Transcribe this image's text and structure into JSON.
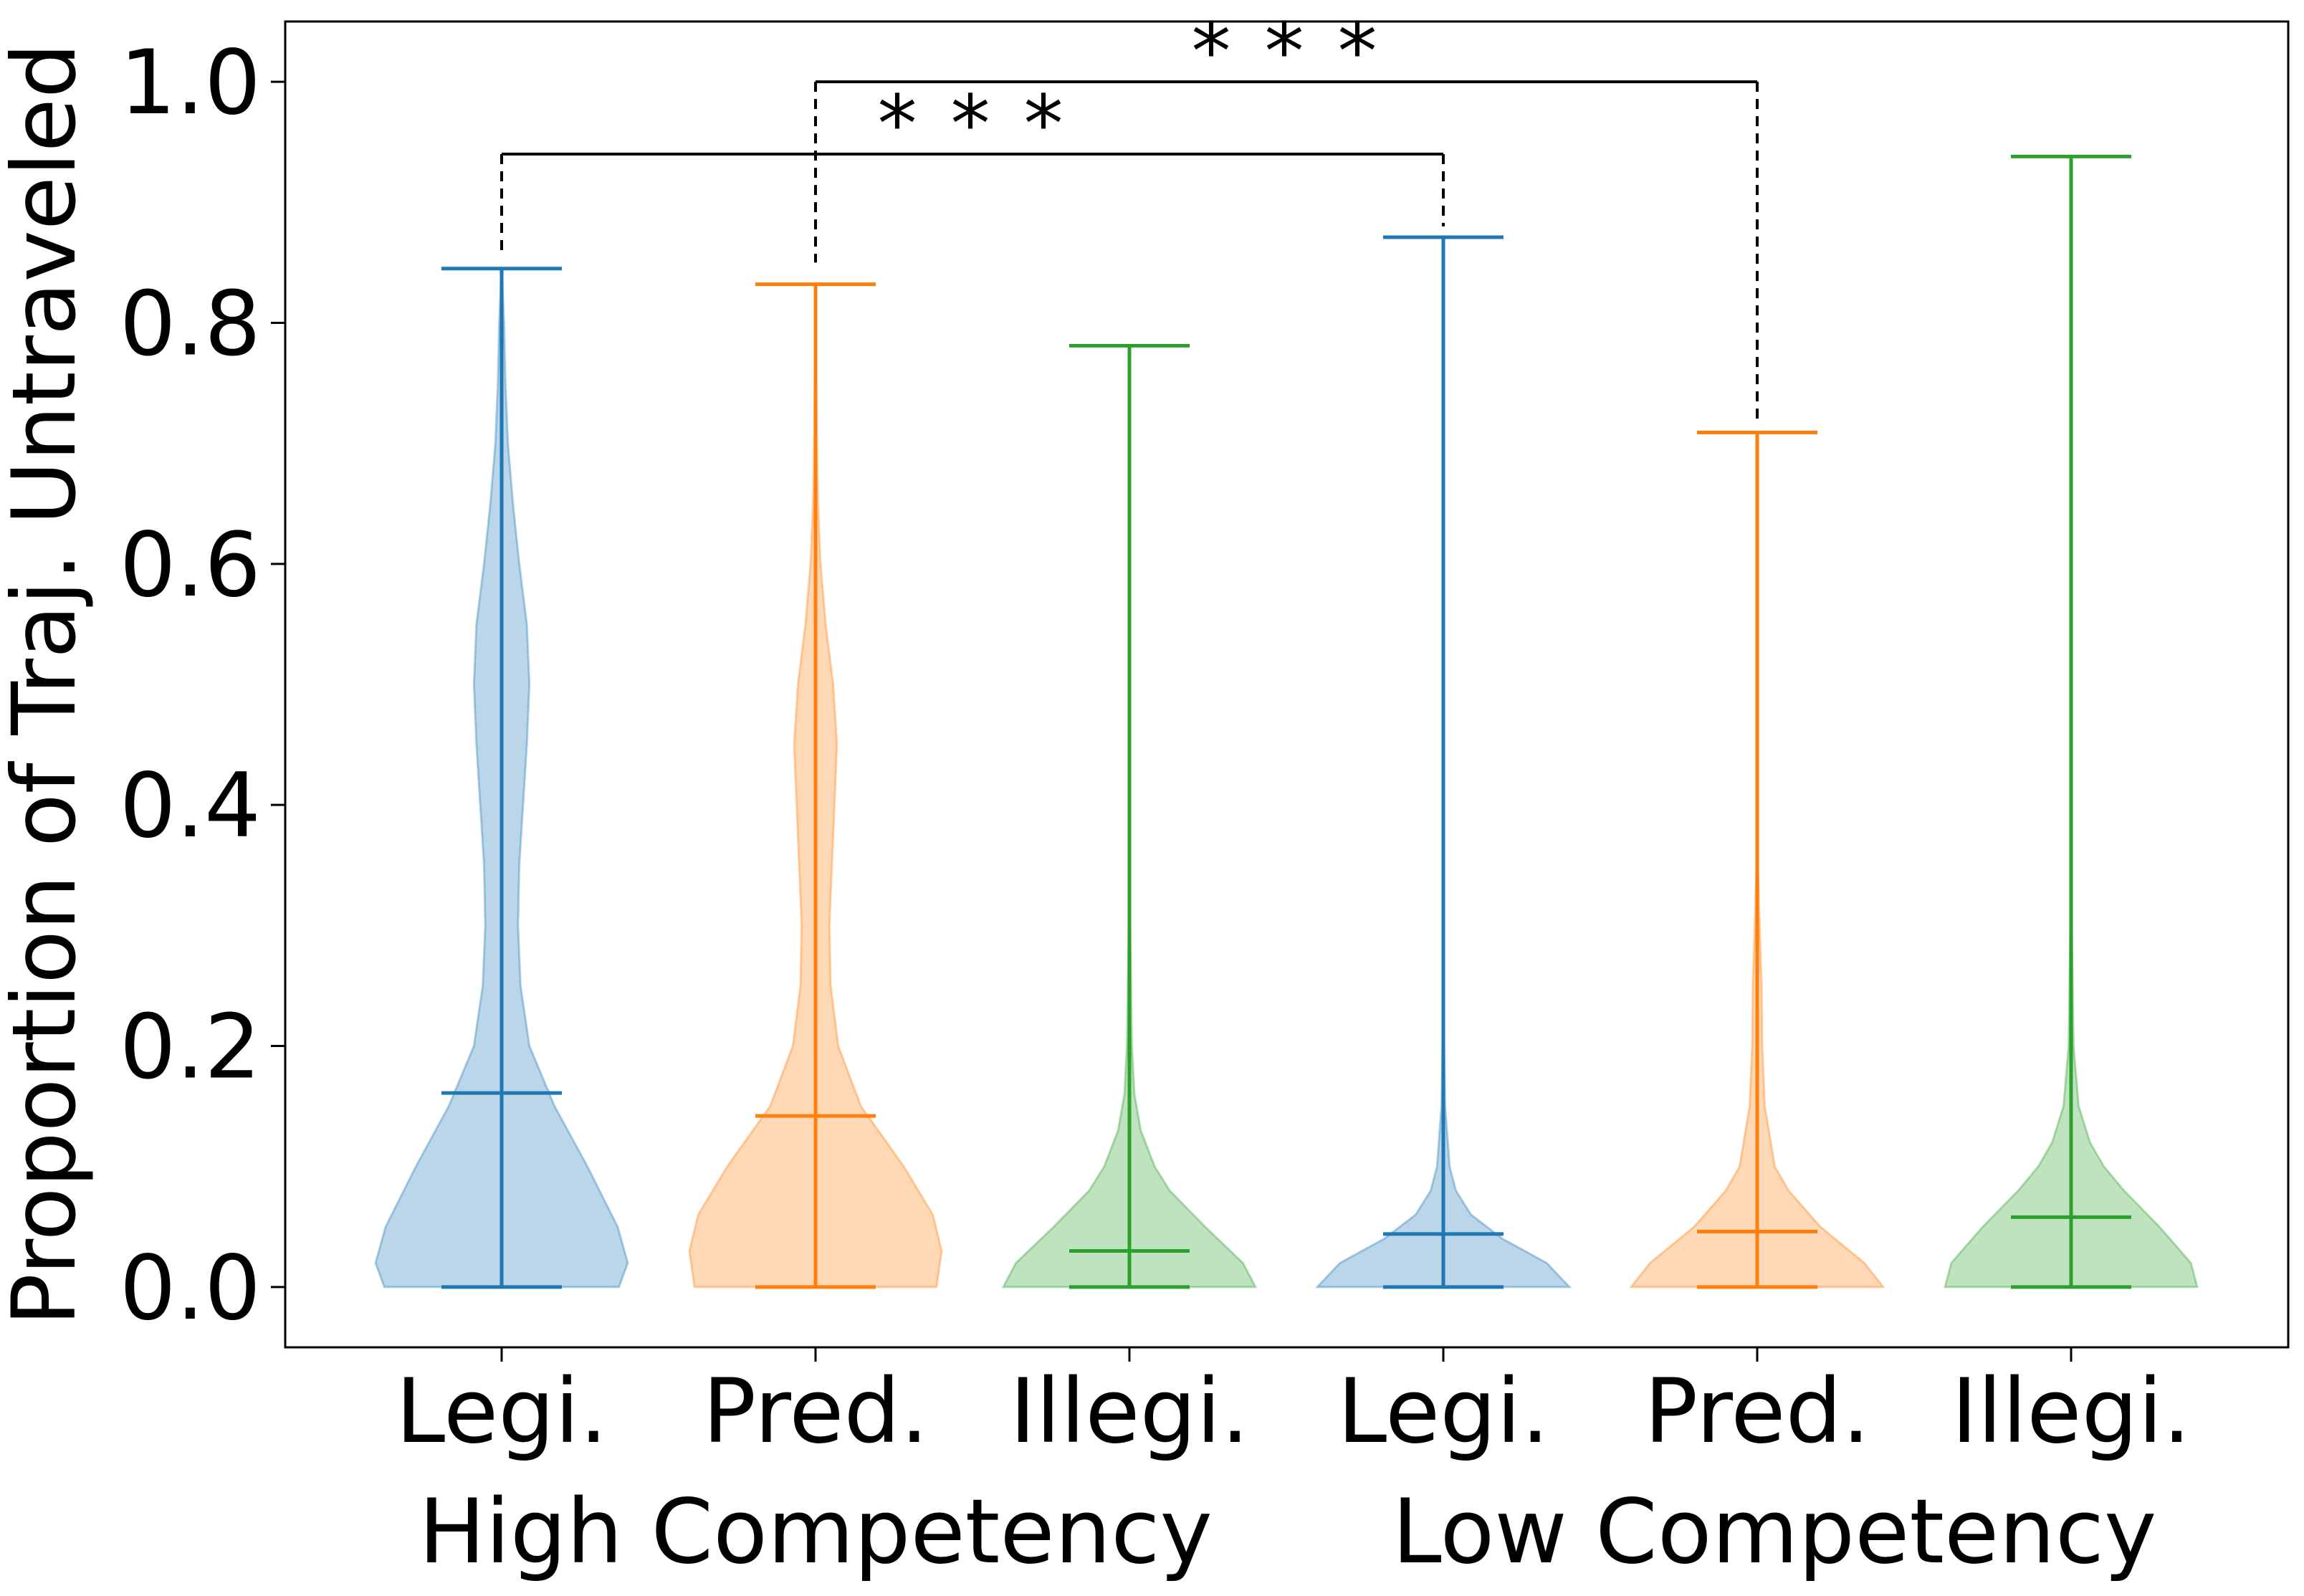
{
  "chart_data": {
    "type": "violin",
    "title": "",
    "xlabel": "",
    "ylabel": "Proportion of Traj. Untraveled",
    "ylim": [
      -0.05,
      1.05
    ],
    "yticks": [
      "0.0",
      "0.2",
      "0.4",
      "0.6",
      "0.8",
      "1.0"
    ],
    "categories": [
      "Legi.",
      "Pred.",
      "Illegi.",
      "Legi.",
      "Pred.",
      "Illegi."
    ],
    "groups": [
      {
        "label": "High Competency",
        "categories": [
          0,
          1,
          2
        ]
      },
      {
        "label": "Low Competency",
        "categories": [
          3,
          4,
          5
        ]
      }
    ],
    "colors": {
      "Legi.": "#1f77b4",
      "Pred.": "#ff7f0e",
      "Illegi.": "#2ca02c"
    },
    "violins": [
      {
        "label": "Legi.",
        "group": "High Competency",
        "min": 0.0,
        "max": 0.845,
        "mean": 0.161,
        "density": [
          [
            0.0,
            0.93
          ],
          [
            0.02,
            1.0
          ],
          [
            0.05,
            0.92
          ],
          [
            0.1,
            0.68
          ],
          [
            0.15,
            0.42
          ],
          [
            0.2,
            0.22
          ],
          [
            0.25,
            0.15
          ],
          [
            0.3,
            0.13
          ],
          [
            0.35,
            0.14
          ],
          [
            0.4,
            0.17
          ],
          [
            0.45,
            0.2
          ],
          [
            0.5,
            0.22
          ],
          [
            0.55,
            0.2
          ],
          [
            0.6,
            0.14
          ],
          [
            0.65,
            0.09
          ],
          [
            0.7,
            0.05
          ],
          [
            0.75,
            0.03
          ],
          [
            0.8,
            0.02
          ],
          [
            0.845,
            0.0
          ]
        ]
      },
      {
        "label": "Pred.",
        "group": "High Competency",
        "min": 0.0,
        "max": 0.832,
        "mean": 0.142,
        "density": [
          [
            0.0,
            0.96
          ],
          [
            0.03,
            1.0
          ],
          [
            0.06,
            0.93
          ],
          [
            0.1,
            0.7
          ],
          [
            0.15,
            0.36
          ],
          [
            0.2,
            0.18
          ],
          [
            0.25,
            0.12
          ],
          [
            0.3,
            0.11
          ],
          [
            0.35,
            0.13
          ],
          [
            0.4,
            0.15
          ],
          [
            0.45,
            0.17
          ],
          [
            0.5,
            0.14
          ],
          [
            0.55,
            0.08
          ],
          [
            0.6,
            0.04
          ],
          [
            0.65,
            0.02
          ],
          [
            0.7,
            0.01
          ],
          [
            0.832,
            0.0
          ]
        ]
      },
      {
        "label": "Illegi.",
        "group": "High Competency",
        "min": 0.0,
        "max": 0.781,
        "mean": 0.03,
        "density": [
          [
            0.0,
            1.0
          ],
          [
            0.02,
            0.9
          ],
          [
            0.05,
            0.6
          ],
          [
            0.08,
            0.32
          ],
          [
            0.1,
            0.2
          ],
          [
            0.13,
            0.09
          ],
          [
            0.16,
            0.04
          ],
          [
            0.2,
            0.02
          ],
          [
            0.3,
            0.005
          ],
          [
            0.781,
            0.0
          ]
        ]
      },
      {
        "label": "Legi.",
        "group": "Low Competency",
        "min": 0.0,
        "max": 0.871,
        "mean": 0.044,
        "density": [
          [
            0.0,
            1.0
          ],
          [
            0.02,
            0.82
          ],
          [
            0.04,
            0.47
          ],
          [
            0.06,
            0.22
          ],
          [
            0.08,
            0.1
          ],
          [
            0.1,
            0.05
          ],
          [
            0.15,
            0.015
          ],
          [
            0.2,
            0.006
          ],
          [
            0.3,
            0.003
          ],
          [
            0.871,
            0.0
          ]
        ]
      },
      {
        "label": "Pred.",
        "group": "Low Competency",
        "min": 0.0,
        "max": 0.709,
        "mean": 0.046,
        "density": [
          [
            0.0,
            1.0
          ],
          [
            0.02,
            0.85
          ],
          [
            0.05,
            0.5
          ],
          [
            0.08,
            0.25
          ],
          [
            0.1,
            0.14
          ],
          [
            0.15,
            0.06
          ],
          [
            0.2,
            0.04
          ],
          [
            0.25,
            0.035
          ],
          [
            0.3,
            0.02
          ],
          [
            0.35,
            0.005
          ],
          [
            0.709,
            0.0
          ]
        ]
      },
      {
        "label": "Illegi.",
        "group": "Low Competency",
        "min": 0.0,
        "max": 0.938,
        "mean": 0.058,
        "density": [
          [
            0.0,
            1.0
          ],
          [
            0.02,
            0.95
          ],
          [
            0.05,
            0.7
          ],
          [
            0.08,
            0.42
          ],
          [
            0.1,
            0.26
          ],
          [
            0.12,
            0.15
          ],
          [
            0.15,
            0.06
          ],
          [
            0.2,
            0.02
          ],
          [
            0.3,
            0.005
          ],
          [
            0.938,
            0.0
          ]
        ]
      }
    ],
    "annotations": [
      {
        "text": "* * *",
        "from": 0,
        "to": 3,
        "bracket_y": 0.94,
        "lower_y": [
          0.86,
          0.88
        ]
      },
      {
        "text": "* * *",
        "from": 1,
        "to": 4,
        "bracket_y": 1.0,
        "lower_y": [
          0.85,
          0.72
        ]
      }
    ]
  }
}
